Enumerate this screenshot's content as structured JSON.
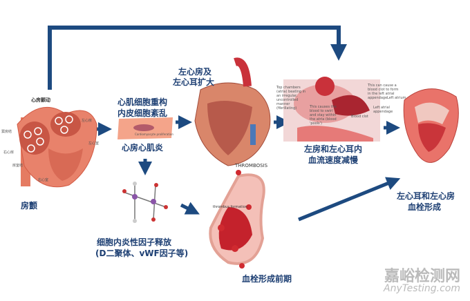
{
  "title_left": "心房颤动",
  "heart_labels": [
    "窦房结",
    "左心房",
    "右心房",
    "左心室",
    "房室结",
    "右心室"
  ],
  "af": "房颤",
  "remodel": [
    "心肌细胞重构",
    "内皮细胞紊乱"
  ],
  "cell_label": "Cardiomyocyte proliferation",
  "myocarditis": "心房心肌炎",
  "la_enlarge": [
    "左心房及",
    "左心耳扩大"
  ],
  "flow_note1": "Top chambers (atria) beating in an irregular, uncontrolled manner (fibrillating)",
  "flow_note2": "This causes the blood to swirl and stay within the atria (blood 'pools')",
  "flow_note3": "This can cause a blood clot to form in the left atrial appendage",
  "flow_note4": "Left atrial appendage",
  "flow_note5": "Left atrium",
  "flow_note6": "Blood clot",
  "slow_flow": [
    "左房和左心耳内",
    "血流速度减慢"
  ],
  "thrombus_formed": [
    "左心耳和左心房",
    "血栓形成"
  ],
  "inflammation": [
    "细胞内炎性因子释放",
    "(D二聚体、vWF因子等)"
  ],
  "thrombosis_title": "THROMBOSIS",
  "thrombus_formation": "thrombus formation",
  "prethrombus": "血栓形成前期",
  "watermark": {
    "cn": "嘉峪检测网",
    "en": "AnyTesting.com"
  },
  "colors": {
    "arrow": "#1d4a80",
    "tissue": "#e8826b",
    "blood": "#c4222c"
  }
}
